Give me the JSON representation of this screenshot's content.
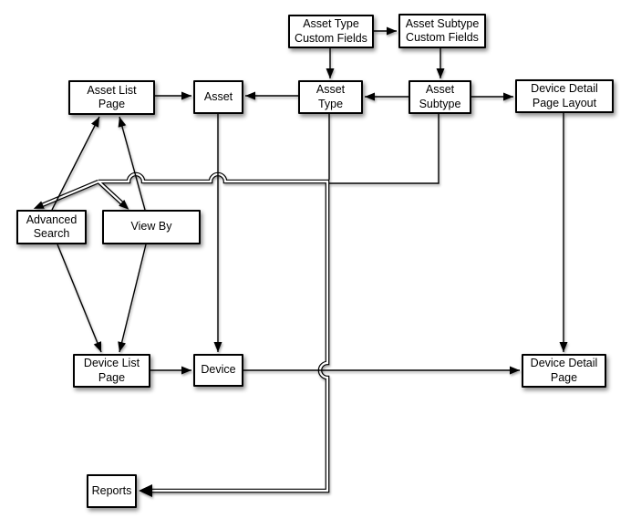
{
  "diagram": {
    "background_color": "#ffffff",
    "box_fill": "#ffffff",
    "box_border_color": "#000000",
    "line_color": "#000000",
    "nodes": [
      {
        "id": "asset-type-custom-fields",
        "lines": [
          "Asset Type",
          "Custom Fields"
        ]
      },
      {
        "id": "asset-subtype-custom-fields",
        "lines": [
          "Asset Subtype",
          "Custom Fields"
        ]
      },
      {
        "id": "asset-list-page",
        "lines": [
          "Asset List",
          "Page"
        ]
      },
      {
        "id": "asset",
        "lines": [
          "Asset"
        ]
      },
      {
        "id": "asset-type",
        "lines": [
          "Asset",
          "Type"
        ]
      },
      {
        "id": "asset-subtype",
        "lines": [
          "Asset",
          "Subtype"
        ]
      },
      {
        "id": "device-detail-page-layout",
        "lines": [
          "Device Detail",
          "Page Layout"
        ]
      },
      {
        "id": "advanced-search",
        "lines": [
          "Advanced",
          "Search"
        ]
      },
      {
        "id": "view-by",
        "lines": [
          "View By"
        ]
      },
      {
        "id": "device-list-page",
        "lines": [
          "Device List",
          "Page"
        ]
      },
      {
        "id": "device",
        "lines": [
          "Device"
        ]
      },
      {
        "id": "device-detail-page",
        "lines": [
          "Device Detail",
          "Page"
        ]
      },
      {
        "id": "reports",
        "lines": [
          "Reports"
        ]
      }
    ],
    "edges": [
      {
        "from": "asset-type-custom-fields",
        "to": "asset-subtype-custom-fields",
        "style": "single-arrow"
      },
      {
        "from": "asset-type-custom-fields",
        "to": "asset-type",
        "style": "single-arrow"
      },
      {
        "from": "asset-subtype-custom-fields",
        "to": "asset-subtype",
        "style": "single-arrow"
      },
      {
        "from": "asset-list-page",
        "to": "asset",
        "style": "single-arrow"
      },
      {
        "from": "asset-type",
        "to": "asset",
        "style": "single-arrow"
      },
      {
        "from": "asset-subtype",
        "to": "asset-type",
        "style": "single-arrow"
      },
      {
        "from": "asset-subtype",
        "to": "device-detail-page-layout",
        "style": "single-arrow"
      },
      {
        "from": "advanced-search",
        "to": "asset-list-page",
        "style": "single-arrow"
      },
      {
        "from": "view-by",
        "to": "asset-list-page",
        "style": "single-arrow"
      },
      {
        "from": "asset",
        "to": "device",
        "style": "single-arrow"
      },
      {
        "from": "device-detail-page-layout",
        "to": "device-detail-page",
        "style": "single-arrow"
      },
      {
        "from": "advanced-search",
        "to": "device-list-page",
        "style": "single-arrow"
      },
      {
        "from": "view-by",
        "to": "device-list-page",
        "style": "single-arrow"
      },
      {
        "from": "device-list-page",
        "to": "device",
        "style": "single-arrow"
      },
      {
        "from": "device",
        "to": "device-detail-page",
        "style": "single-arrow"
      },
      {
        "from": "asset-type",
        "to": "pipe-junction",
        "style": "plain-line"
      },
      {
        "from": "asset-subtype",
        "to": "pipe-junction",
        "style": "plain-line"
      },
      {
        "from": "pipe-junction",
        "to": "advanced-search",
        "style": "double-line-arrow"
      },
      {
        "from": "pipe-junction",
        "to": "view-by",
        "style": "double-line-arrow"
      },
      {
        "from": "pipe-junction",
        "to": "reports",
        "style": "double-line-arrow"
      }
    ]
  }
}
